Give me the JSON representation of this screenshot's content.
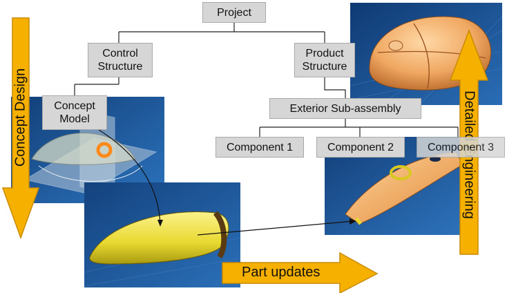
{
  "nodes": {
    "project": "Project",
    "control_structure": "Control\nStructure",
    "product_structure": "Product\nStructure",
    "concept_model": "Concept\nModel",
    "exterior_subassembly": "Exterior Sub-assembly",
    "component_1": "Component 1",
    "component_2": "Component 2",
    "component_3": "Component 3"
  },
  "arrows": {
    "concept_design": "Concept Design",
    "detailed_engineering": "Detailed Engineering",
    "part_updates": "Part updates"
  },
  "colors": {
    "arrow_fill": "#f6b000",
    "arrow_stroke": "#c98a00",
    "box_fill": "#d6d6d6",
    "render_bg": "#1b4f8c",
    "mouse_orange": "#f0a862",
    "shell_yellow": "#e8d830"
  },
  "images": {
    "concept_model_render": "mouse-concept-wireframe",
    "detailed_mouse_render": "mouse-detailed-orange",
    "component_render": "mouse-component-top",
    "shell_render": "mouse-shell-yellow"
  }
}
